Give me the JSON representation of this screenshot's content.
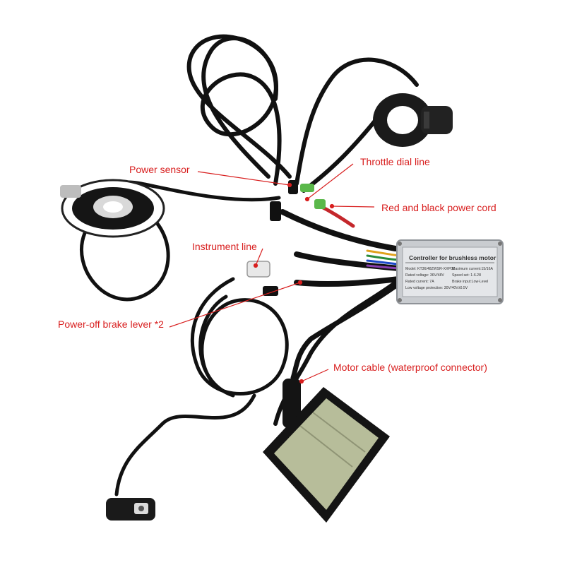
{
  "callouts": {
    "throttle_dial_line": "Throttle dial line",
    "power_sensor": "Power sensor",
    "red_black_power_cord": "Red and black power cord",
    "instrument_line": "Instrument line",
    "brake_lever": "Power-off brake lever *2",
    "motor_cable": "Motor cable (waterproof connector)"
  },
  "controller_label": {
    "title": "Controller for brushless motor",
    "model": "Model: KT36/48ZWSR-XXP02",
    "max_current": "Maximum current:15/16A",
    "rated_voltage": "Rated voltage: 36V/48V",
    "speed_set": "Speed set: 1-6.28",
    "rated_current": "Rated current: 7A",
    "brake": "Brake input:Low-Level",
    "low_voltage": "Low voltage protection: 30V/40V±0.5V"
  },
  "colors": {
    "callout": "#d81e1e",
    "cable": "#111111",
    "controller_body": "#c9ccd0",
    "lcd_screen": "#b7bd9a"
  }
}
